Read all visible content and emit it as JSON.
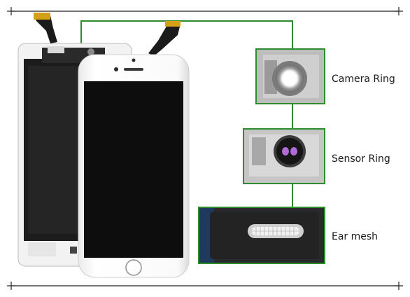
{
  "callouts": [
    {
      "label": "Camera Ring"
    },
    {
      "label": "Sensor Ring"
    },
    {
      "label": "Ear mesh"
    }
  ],
  "colors": {
    "connector_line": "#2e8b2e",
    "frame_line": "#222222",
    "phone_body": "#ffffff",
    "screen": "#0d0d0d",
    "flex_cable": "#1b1b1b",
    "flex_contacts": "#d4a017",
    "sensor_glow": "#b06bd8"
  },
  "icons": [
    "corner-crop-marks",
    "home-button-icon"
  ]
}
